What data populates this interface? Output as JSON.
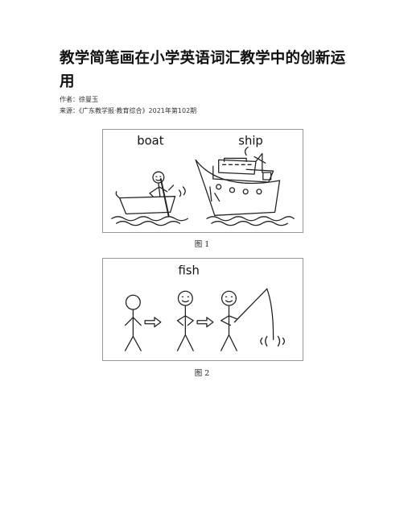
{
  "article": {
    "title": "教学简笔画在小学英语词汇教学中的创新运用",
    "author_line": "作者：徐曼玉",
    "source_line": "来源：《广东教学报·教育综合》2021年第102期"
  },
  "figure1": {
    "caption": "图 1",
    "label_left": "boat",
    "label_right": "ship"
  },
  "figure2": {
    "caption": "图 2",
    "label": "fish"
  }
}
